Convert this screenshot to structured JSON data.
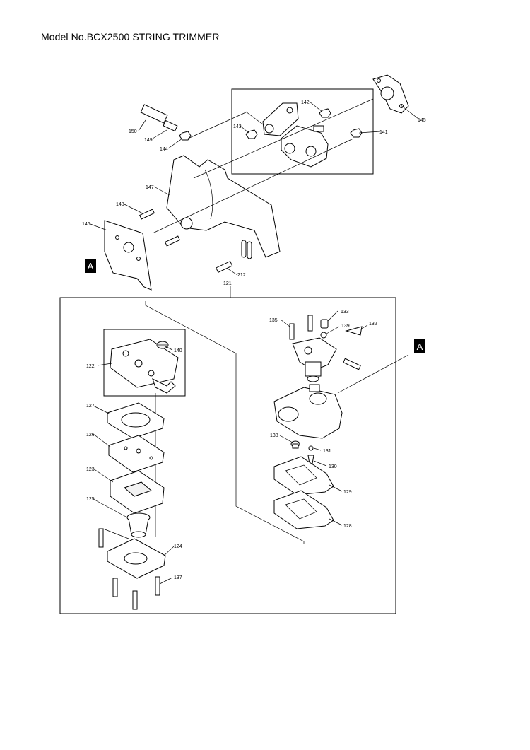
{
  "title": "Model No.BCX2500 STRING TRIMMER",
  "reference_marker": "A",
  "part_numbers": {
    "p121": "121",
    "p122": "122",
    "p123": "123",
    "p124": "124",
    "p125": "125",
    "p126": "126",
    "p127": "127",
    "p128": "128",
    "p129": "129",
    "p130": "130",
    "p131": "131",
    "p132": "132",
    "p133": "133",
    "p135": "135",
    "p137": "137",
    "p138": "138",
    "p139": "139",
    "p140": "140",
    "p141": "141",
    "p142": "142",
    "p143": "143",
    "p144": "144",
    "p145": "145",
    "p146": "146",
    "p147": "147",
    "p148": "148",
    "p149": "149",
    "p150": "150",
    "p212": "212"
  }
}
